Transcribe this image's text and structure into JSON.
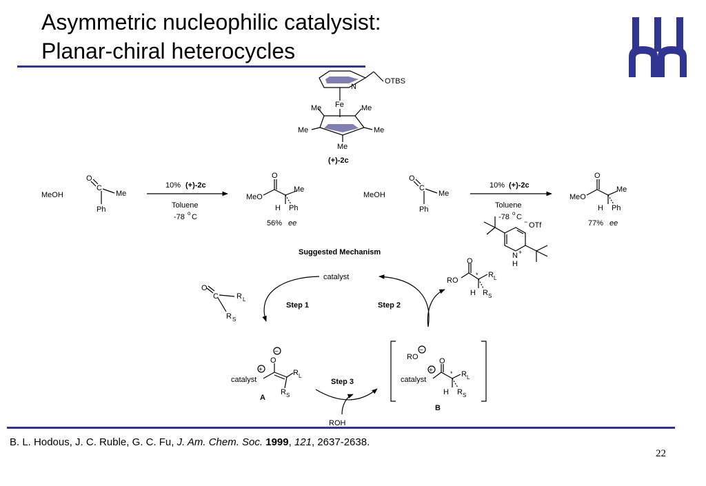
{
  "slide": {
    "title_line1": "Asymmetric nucleophilic catalysist:",
    "title_line2": "Planar-chiral heterocycles",
    "page_number": "22",
    "logo_colors": {
      "primary": "#303592"
    }
  },
  "reference": {
    "authors": "B. L. Hodous, J. C. Ruble, G. C. Fu, ",
    "journal": "J. Am. Chem. Soc.",
    "year": "1999",
    "volume": "121",
    "pages": ", 2637-2638."
  },
  "catalyst_structure": {
    "n": "N",
    "otbs": "OTBS",
    "fe": "Fe",
    "me": "Me",
    "label": "(+)-2c"
  },
  "reaction1": {
    "reagent": "MeOH",
    "o": "O",
    "c": "C",
    "me": "Me",
    "ph": "Ph",
    "loading": "10%",
    "catalyst": "(+)-2c",
    "solvent": "Toluene",
    "temperature": "-78",
    "degree": "o",
    "celsius": "C",
    "product_meo": "MeO",
    "product_o": "O",
    "product_me": "Me",
    "product_h": "H",
    "product_ph": "Ph",
    "ee_value": "56%",
    "ee_label": "ee"
  },
  "reaction2": {
    "reagent": "MeOH",
    "o": "O",
    "c": "C",
    "me": "Me",
    "ph": "Ph",
    "loading": "10%",
    "catalyst": "(+)-2c",
    "solvent": "Toluene",
    "temperature": "-78",
    "degree": "o",
    "celsius": "C",
    "additive_otf": "OTf",
    "additive_minus": "−",
    "additive_n": "N",
    "additive_plus": "+",
    "additive_h": "H",
    "product_meo": "MeO",
    "product_o": "O",
    "product_me": "Me",
    "product_h": "H",
    "product_ph": "Ph",
    "ee_value": "77%",
    "ee_label": "ee"
  },
  "mechanism": {
    "heading": "Suggested Mechanism",
    "catalyst": "catalyst",
    "step1": "Step 1",
    "step2": "Step 2",
    "step3": "Step 3",
    "o": "O",
    "c": "C",
    "r": "R",
    "sub_l": "L",
    "sub_s": "S",
    "ro": "RO",
    "h": "H",
    "star": "*",
    "plus": "+",
    "minus": "−",
    "label_a": "A",
    "label_b": "B",
    "roh": "ROH"
  }
}
